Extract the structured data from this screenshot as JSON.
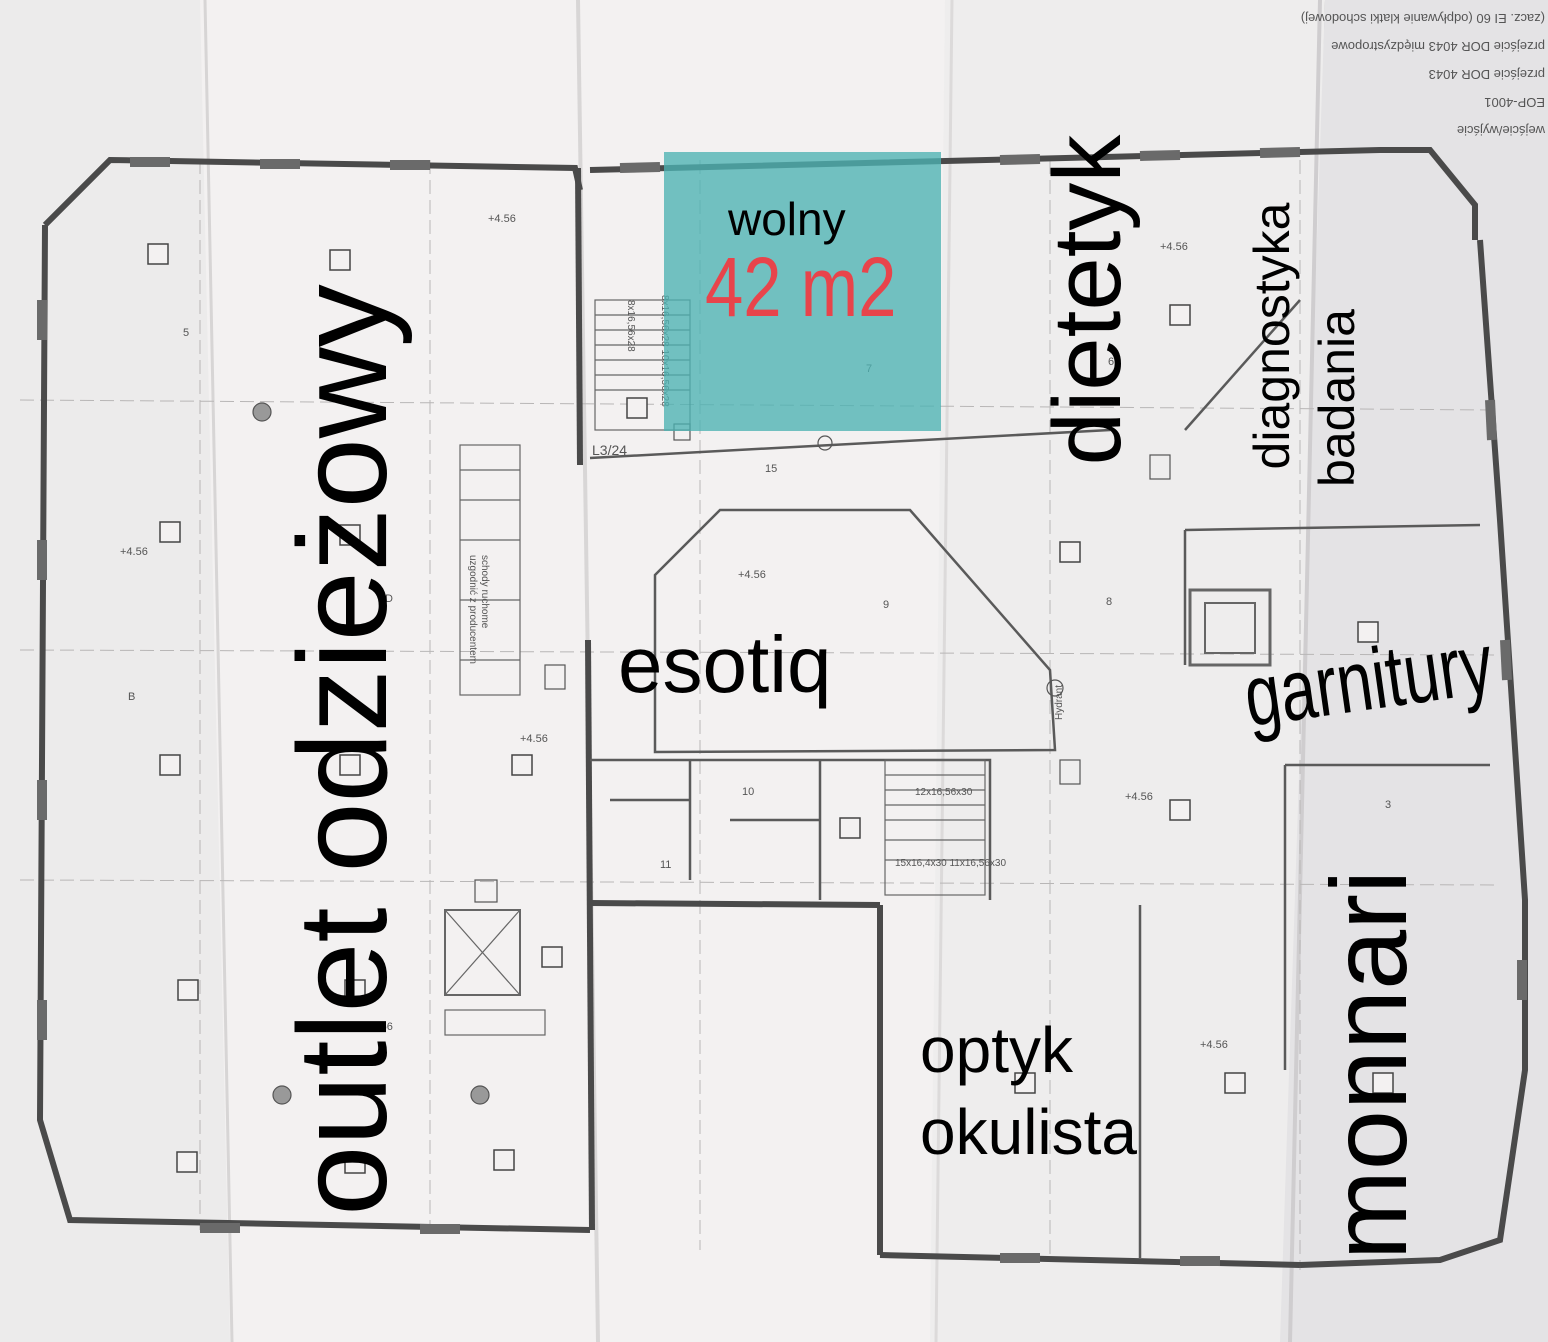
{
  "plan": {
    "title": "",
    "colors": {
      "paper": "#f1efef",
      "wall": "#4a4a4a",
      "free_highlight": "#4bb2b2",
      "area_text": "#e8444b"
    }
  },
  "free_unit": {
    "status": "wolny",
    "area": "42 m2"
  },
  "tenants": {
    "outlet": "outlet odzieżowy",
    "dietetyk": "dietetyk",
    "diagnostyka": "diagnostyka",
    "badania": "badania",
    "esotiq": "esotiq",
    "garnitury": "garnitury",
    "optyk": "optyk",
    "okulista": "okulista",
    "monnari": "monnari"
  },
  "drawing_text": {
    "corner_note_1": "(zacz. EI 60 (odpływanie klatki schodowej)",
    "corner_note_2": "przejście DOR 4043 międzystropowe",
    "corner_note_3": "przejście DOR 4043",
    "corner_note_4": "EOP-4001",
    "corner_note_5": "wejście/wyjście",
    "stair_1": "8x16,56x28",
    "stair_2": "8x16,56x28 10x16,56x28",
    "stair_3": "12x16,56x30",
    "stair_4": "15x16,4x30 11x16,56x30",
    "level_a": "L3/24",
    "level_b": "+4.56",
    "hydrant": "Hydrant",
    "escalator": "schody ruchome",
    "escalator_2": "uzgodnić z producentem",
    "room_7": "7",
    "room_6": "6",
    "room_5": "5",
    "room_15": "15",
    "room_9": "9",
    "room_8": "8",
    "room_10": "10",
    "room_11": "11",
    "room_3": "3",
    "room_d": "D",
    "room_b": "B"
  }
}
